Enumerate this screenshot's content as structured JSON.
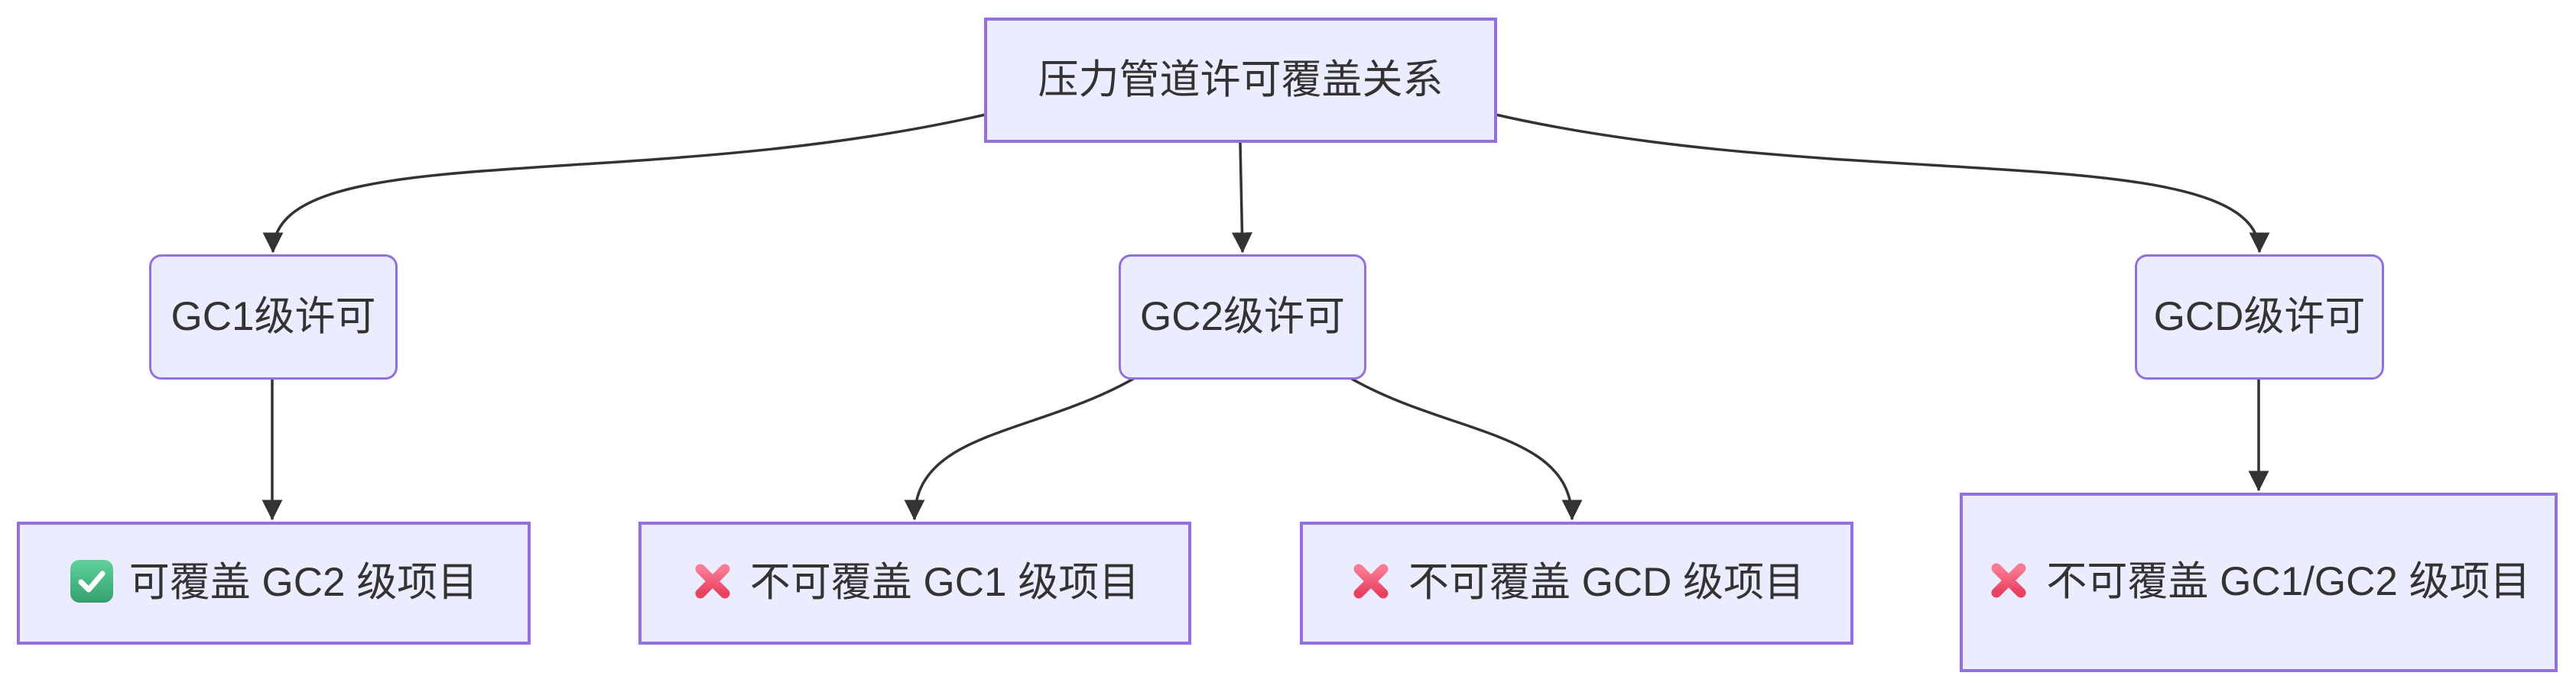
{
  "diagram": {
    "type": "flowchart",
    "direction": "top-down",
    "root": {
      "id": "A",
      "label": "压力管道许可覆盖关系",
      "shape": "rectangle"
    },
    "level2": [
      {
        "id": "gc1",
        "label": "GC1级许可",
        "shape": "rounded"
      },
      {
        "id": "gc2",
        "label": "GC2级许可",
        "shape": "rounded"
      },
      {
        "id": "gcd",
        "label": "GCD级许可",
        "shape": "rounded"
      }
    ],
    "leaves": [
      {
        "id": "gc1-result",
        "icon": "check-icon",
        "label": "可覆盖 GC2 级项目",
        "shape": "rectangle"
      },
      {
        "id": "gc2-result-1",
        "icon": "cross-icon",
        "label": "不可覆盖 GC1 级项目",
        "shape": "rectangle"
      },
      {
        "id": "gc2-result-2",
        "icon": "cross-icon",
        "label": "不可覆盖 GCD 级项目",
        "shape": "rectangle"
      },
      {
        "id": "gcd-result",
        "icon": "cross-icon",
        "label": "不可覆盖 GC1/GC2 级项目",
        "shape": "rectangle"
      }
    ],
    "edges": [
      {
        "from": "A",
        "to": "gc1"
      },
      {
        "from": "A",
        "to": "gc2"
      },
      {
        "from": "A",
        "to": "gcd"
      },
      {
        "from": "gc1",
        "to": "gc1-result"
      },
      {
        "from": "gc2",
        "to": "gc2-result-1"
      },
      {
        "from": "gc2",
        "to": "gc2-result-2"
      },
      {
        "from": "gcd",
        "to": "gcd-result"
      }
    ],
    "colors": {
      "background": "#ffffff",
      "node_fill": "#ECECFF",
      "node_border": "#9370DB",
      "edge_stroke": "#333333",
      "text": "#333333",
      "check_green": "#3fae74",
      "cross_pink": "#ef4866"
    }
  }
}
